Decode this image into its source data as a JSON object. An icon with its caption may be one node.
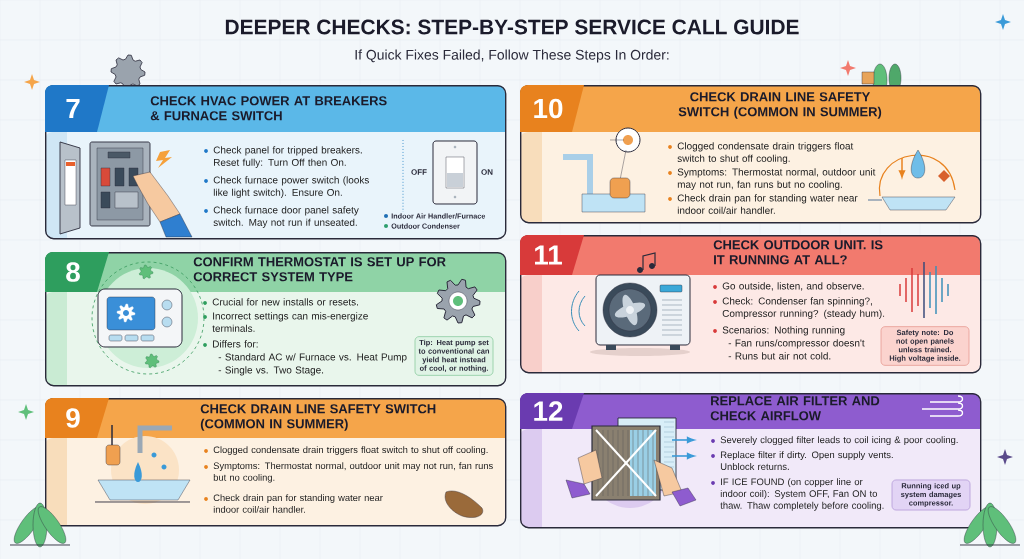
{
  "diagram": {
    "title": "DEEPER CHECKS: STEP-BY-STEP SERVICE CALL GUIDE",
    "nodes": [
      {
        "text": [
          "7",
          "CHECK HVAC POWER AT BREAKERS & FURNACE SWITCH",
          "Check panel for tripped breakers. Reset fully: Turn Off then On.",
          "Check furnace power switch (looks like light switch). Ensure On.",
          "Check furnace door panel safety switch. May not run if unseated."
        ]
      },
      {
        "text": [
          "8",
          "CONFIRM THERMOSTAT IS SET UP FOR CORRECT SYSTEM TYPE",
          "Crucial for new installs or resets.",
          "Incorrect settings can mis-energize terminals.",
          "Differs for:",
          "- Standard AC w/ Furnace vs. Heat Pump",
          "- Single vs. Two Stage."
        ]
      },
      {
        "text": [
          "Tip: Heat pump set to conventional can yield heat instead of cool, or nothing."
        ],
        "in": 1
      },
      {
        "text": [
          "9",
          "CHECK DRAIN LINE SAFETY SWITCH (COMMON IN SUMMER)",
          "Clogged condensate drain triggers float switch to shut off cooling.",
          "Symptoms: Thermostat normal, outdoor unit may not run, fan runs but no cooling.",
          "Check drain pan for standing water near indoor coil/air handler."
        ]
      },
      {
        "text": [
          "10",
          "CHECK DRAIN LINE SAFETY SWITCH (COMMON IN SUMMER)",
          "Clogged condensate drain triggers float switch to shut off cooling.",
          "Symptoms: Thermostat normal, outdoor unit may not run, fan runs but no cooling.",
          "Check drain pan for standing water near indoor coil/air handler."
        ]
      },
      {
        "text": [
          "11",
          "CHECK OUTDOOR UNIT. IS IT RUNNING AT ALL?",
          "Go outside, listen, and observe.",
          "Check: Condenser fan spinning?, Compressor running? (steady hum).",
          "Scenarios: Nothing running",
          "- Fan runs/compressor doesn't",
          "- Runs but air not cold."
        ]
      },
      {
        "text": [
          "Safety note: Do not open panels unless trained. High voltage inside."
        ],
        "in": 5
      },
      {
        "text": [
          "12",
          "REPLACE AIR FILTER AND CHECK AIRFLOW",
          "Severely clogged filter leads to coil icing & poor cooling.",
          "Replace filter if dirty. Open supply vents. Unblock returns.",
          "IF ICE FOUND (on copper line or indoor coil): System OFF, Fan ON to thaw. Thaw completely before cooling."
        ]
      },
      {
        "text": [
          "Running iced up system damages compressor."
        ],
        "in": 7
      }
    ],
    "labels": [
      "If Quick Fixes Failed, Follow These Steps In Order:",
      "OFF",
      "ON"
    ],
    "legend": [
      {
        "text": "Indoor Air Handler/Furnace",
        "color": "#1f6fb5"
      },
      {
        "text": "Outdoor Condenser",
        "color": "#2e9e6e"
      }
    ]
  }
}
